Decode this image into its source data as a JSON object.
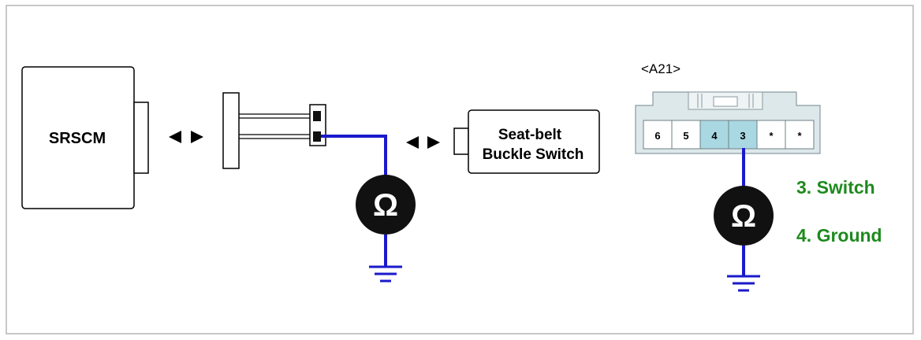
{
  "module": {
    "label": "SRSCM"
  },
  "switch": {
    "line1": "Seat-belt",
    "line2": "Buckle Switch"
  },
  "connector": {
    "name": "<A21>",
    "pins": [
      "6",
      "5",
      "4",
      "3",
      "*",
      "*"
    ],
    "highlighted_pins": [
      "4",
      "3"
    ]
  },
  "pin_legend": [
    {
      "text": "3. Switch"
    },
    {
      "text": "4. Ground"
    }
  ],
  "ohmmeter": {
    "symbol": "Ω"
  },
  "arrows": {
    "left_symbol": "◀",
    "right_symbol": "▶"
  },
  "colors": {
    "wire": "#1a1acc",
    "legend_text": "#1e8a1e",
    "pin_highlight": "#a9d8e3",
    "connector_body": "#dde8ea",
    "meter_fill": "#111111",
    "border": "#b5b5b5"
  }
}
